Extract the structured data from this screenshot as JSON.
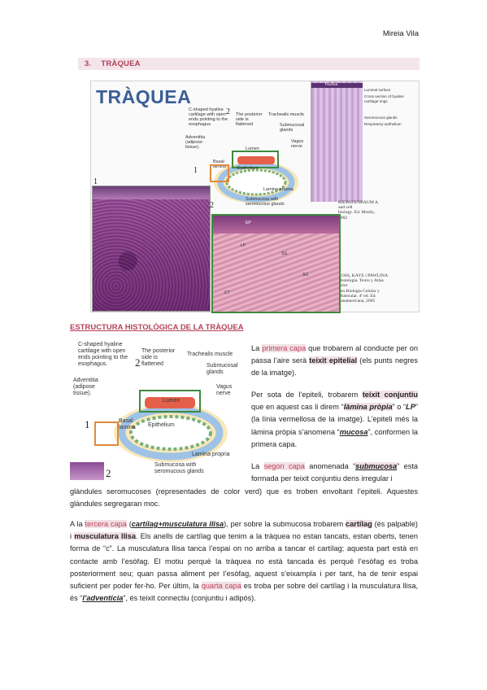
{
  "header": {
    "author": "Mireia Vila"
  },
  "section": {
    "number": "3.",
    "title": "TRÀQUEA"
  },
  "figure1": {
    "title": "TRÀQUEA",
    "label_cartilage": "C-shaped hyaline cartilage with open ends pointing to the esophagus.",
    "label_posterior": "The posterior side is flattened",
    "label_trachealis": "Trachealis muscle",
    "label_submucosal": "Submucosal glands",
    "label_vagus": "Vagus nerve",
    "label_adventitia": "Adventitia (adipose tissue).",
    "label_lumen": "Lumen",
    "label_basal": "Basal lamina",
    "label_epithelium": "Epithelium",
    "label_lamina": "Lamina propria",
    "label_submucosa": "Submucosa with seromucous glands",
    "num1": "1",
    "num2": "2",
    "histo_title": "Trachea",
    "histo_labels": [
      "Luminal surface",
      "Cross section of hyaline cartilage rings",
      "Seromucous glands",
      "Respiratory epithelium"
    ],
    "ref1": [
      "KIERSZENBAUM A.",
      "and cell",
      "biology. Ed. Mosby,",
      "2002"
    ],
    "ref2": [
      "ROSS, KAYE i PAWLINA.",
      "Histología. Texto y Atlas",
      "color",
      "con Biología Celular y",
      "Molecular. 4ª ed. Ed.",
      "Panamericana, 2005"
    ],
    "tissue_tags": [
      "EP",
      "LP",
      "SG",
      "SG",
      "CT"
    ]
  },
  "subheading": "ESTRUCTURA HISTOLÒGICA DE LA TRÀQUEA",
  "figure2": {
    "label_cartilage": "C-shaped hyaline cartilage with open ends pointing to the esophagus.",
    "label_posterior": "The posterior side is flattened",
    "label_trachealis": "Trachealis muscle",
    "label_submucosal": "Submucosal glands",
    "label_vagus": "Vagus nerve",
    "label_adventitia": "Adventitia (adipose tissue).",
    "label_lumen": "Lumen",
    "label_basal": "Basal lamina",
    "label_epithelium": "Epithelium",
    "label_lamina": "Lamina propria",
    "label_submucosa": "Submucosa with seromucous glands",
    "num1": "1",
    "num2": "2"
  },
  "para1": {
    "a": "La ",
    "b": "primera capa",
    "c": " que trobarem al conducte per on passa l’aire serà ",
    "d": "teixit epitelial",
    "e": " (els punts negres de la imatge)."
  },
  "para2": {
    "a": "Per sota de l’epiteli, trobarem ",
    "b": "teixit conjuntiu",
    "c": " que en aquest cas li direm “",
    "d": "làmina pròpia",
    "e": "” o “",
    "f": "LP",
    "g": "” (la línia vermellosa de la imatge). L’epiteli més la làmina pròpia s’anomena “",
    "h": "mucosa",
    "i": "”, conformen la primera capa."
  },
  "para3": {
    "a": "La ",
    "b": "segon capa",
    "c": " anomenada “",
    "d": "submucosa",
    "e": "” esta formada per teixit conjuntiu dens irregular i"
  },
  "para3_cont": "glàndules seromucoses (representades de color verd) que es troben envoltant l’epiteli. Aquestes glàndules segregaran moc.",
  "para4": {
    "a": "A la ",
    "b": "tercera capa",
    "c": " (",
    "d": "cartílag+musculatura llisa",
    "e": "), per sobre la submucosa trobarem ",
    "f": "cartílag",
    "g": " (és palpable) i ",
    "h": "musculatura llisa",
    "i": ". Els anells de cartílag que tenim a la tràquea no estan tancats, estan oberts, tenen forma de “c”. La musculatura llisa tanca l’espai on no arriba a tancar el cartílag; aquesta part està en contacte amb l’esòfag. El motiu perquè la tràquea no està tancada és perquè l’esòfag es troba posteriorment seu; quan passa aliment per l’esòfag, aquest s’eixampla i per tant, ha de tenir espai suficient per poder fer-ho. Per últim, la ",
    "j": "quarta capa",
    "k": " es troba per sobre del cartílag i la musculatura llisa, és “",
    "l": "l’adventícia",
    "m": "”, és teixit connectiu (conjuntiu i adipós)."
  },
  "colors": {
    "accent": "#c2405a",
    "heading_bg": "#f3e5ea",
    "figure_title": "#3b5f96"
  }
}
